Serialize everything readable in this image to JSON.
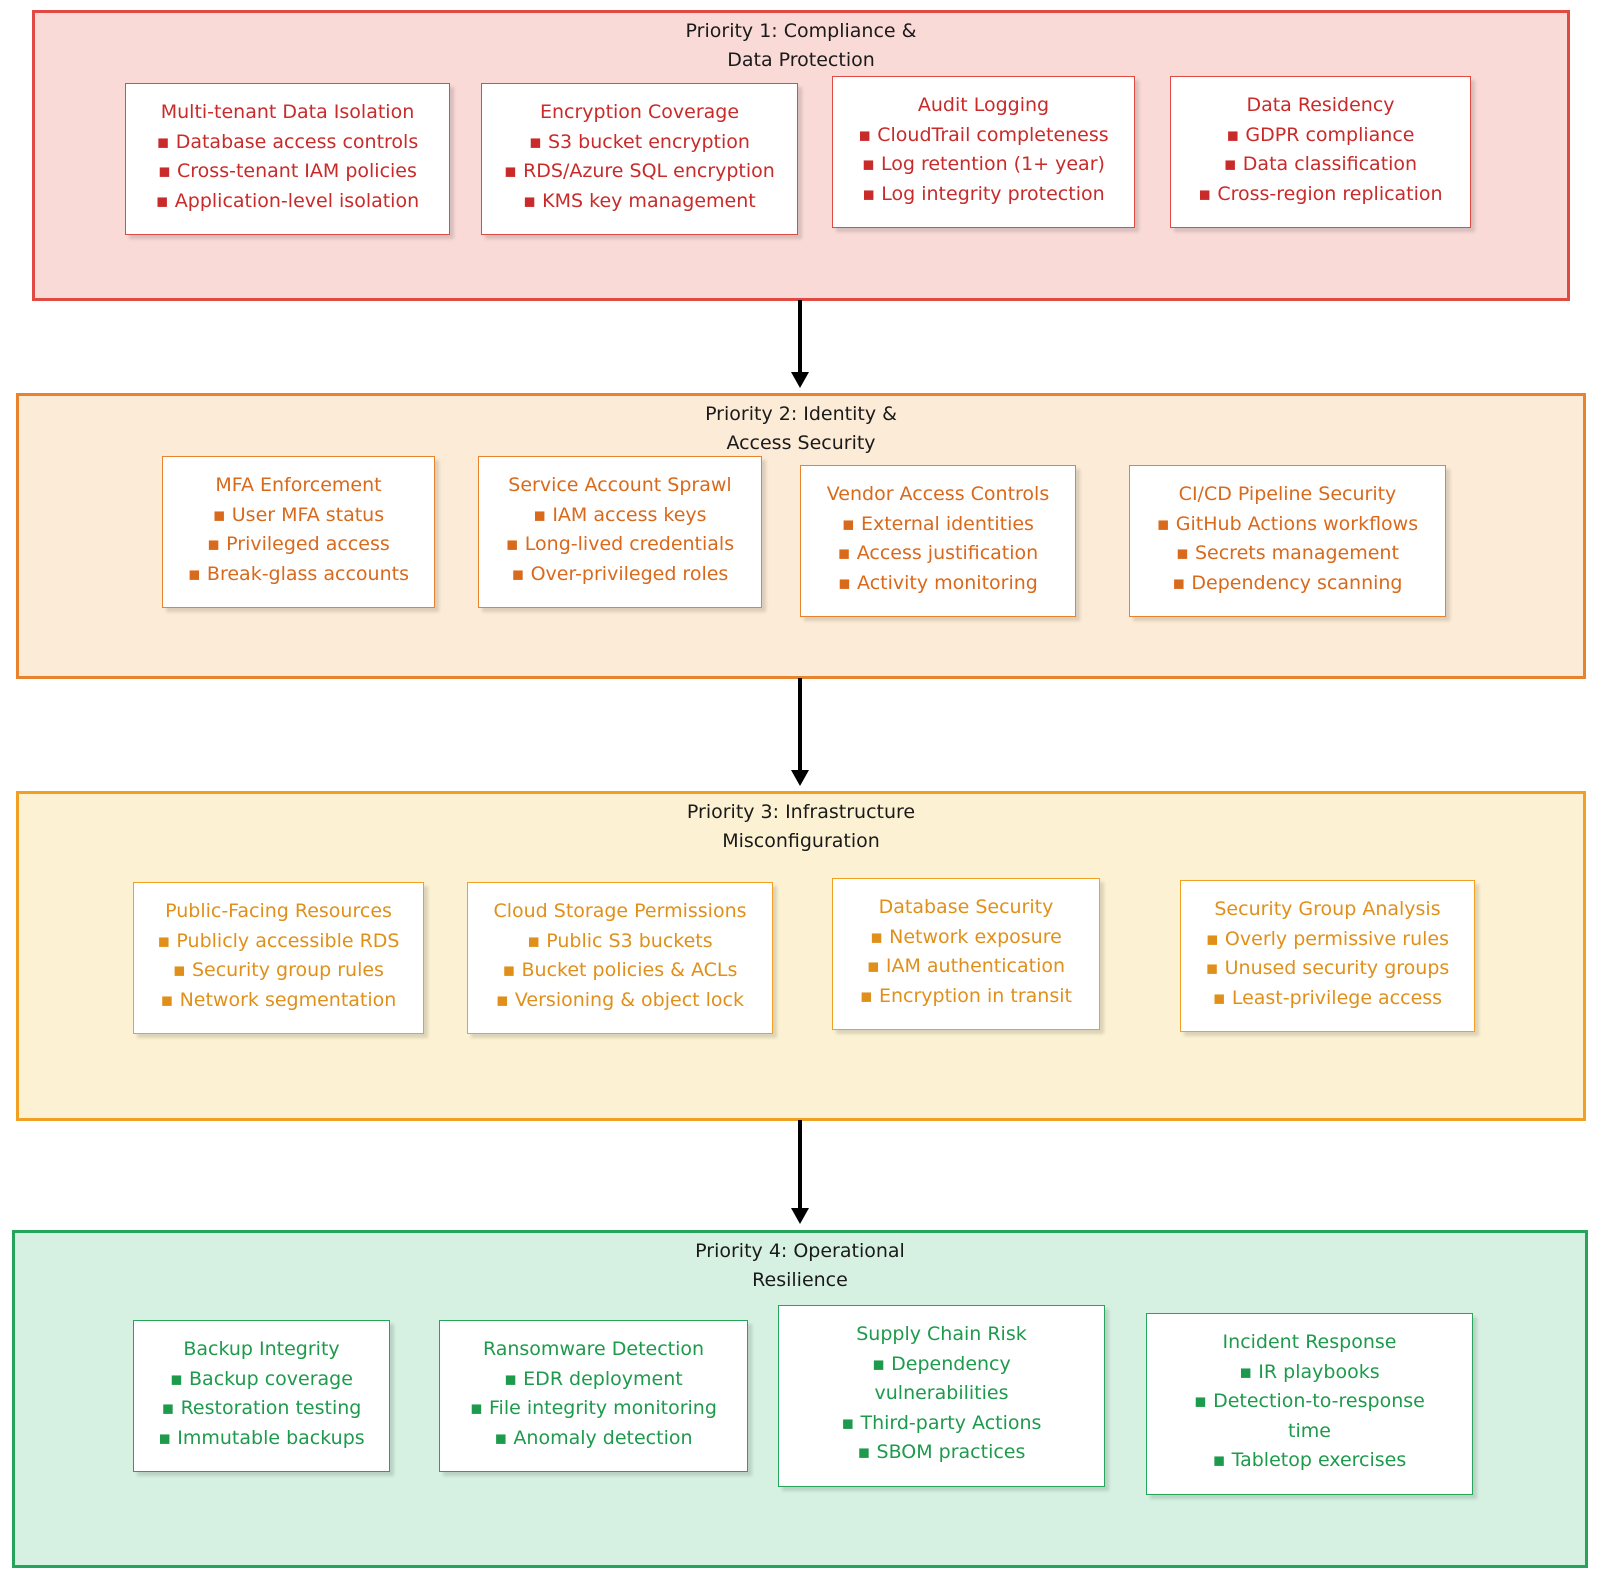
{
  "colors": {
    "p1_border": "#e04a43",
    "p1_fill": "#f9dad7",
    "p1_text": "#c92a2a",
    "p2_border": "#e8822c",
    "p2_fill": "#fcebd6",
    "p2_text": "#d9691b",
    "p3_border": "#f2a024",
    "p3_fill": "#fcf2d3",
    "p3_text": "#e0901a",
    "p4_border": "#25a55a",
    "p4_fill": "#d6f1e2",
    "p4_text": "#1e9a4c",
    "arrow": "#000000"
  },
  "groups": [
    {
      "title": "Priority 1: Compliance &\nData Protection",
      "cards": [
        {
          "title": "Multi-tenant Data Isolation",
          "items": [
            "▪ Database access controls",
            "▪ Cross-tenant IAM policies",
            "▪ Application-level isolation"
          ]
        },
        {
          "title": "Encryption Coverage",
          "items": [
            "▪ S3 bucket encryption",
            "▪ RDS/Azure SQL encryption",
            "▪ KMS key management"
          ]
        },
        {
          "title": "Audit Logging",
          "items": [
            "▪ CloudTrail completeness",
            "▪ Log retention (1+ year)",
            "▪ Log integrity protection"
          ]
        },
        {
          "title": "Data Residency",
          "items": [
            "▪ GDPR compliance",
            "▪ Data classification",
            "▪ Cross-region replication"
          ]
        }
      ]
    },
    {
      "title": "Priority 2: Identity &\nAccess Security",
      "cards": [
        {
          "title": "MFA Enforcement",
          "items": [
            "▪ User MFA status",
            "▪ Privileged access",
            "▪ Break-glass accounts"
          ]
        },
        {
          "title": "Service Account Sprawl",
          "items": [
            "▪ IAM access keys",
            "▪ Long-lived credentials",
            "▪ Over-privileged roles"
          ]
        },
        {
          "title": "Vendor Access Controls",
          "items": [
            "▪ External identities",
            "▪ Access justification",
            "▪ Activity monitoring"
          ]
        },
        {
          "title": "CI/CD Pipeline Security",
          "items": [
            "▪ GitHub Actions workflows",
            "▪ Secrets management",
            "▪ Dependency scanning"
          ]
        }
      ]
    },
    {
      "title": "Priority 3: Infrastructure\nMisconfiguration",
      "cards": [
        {
          "title": "Public-Facing Resources",
          "items": [
            "▪ Publicly accessible RDS",
            "▪ Security group rules",
            "▪ Network segmentation"
          ]
        },
        {
          "title": "Cloud Storage Permissions",
          "items": [
            "▪ Public S3 buckets",
            "▪ Bucket policies & ACLs",
            "▪ Versioning & object lock"
          ]
        },
        {
          "title": "Database Security",
          "items": [
            "▪ Network exposure",
            "▪ IAM authentication",
            "▪ Encryption in transit"
          ]
        },
        {
          "title": "Security Group Analysis",
          "items": [
            "▪ Overly permissive rules",
            "▪ Unused security groups",
            "▪ Least-privilege access"
          ]
        }
      ]
    },
    {
      "title": "Priority 4: Operational\nResilience",
      "cards": [
        {
          "title": "Backup Integrity",
          "items": [
            "▪ Backup coverage",
            "▪ Restoration testing",
            "▪ Immutable backups"
          ]
        },
        {
          "title": "Ransomware Detection",
          "items": [
            "▪ EDR deployment",
            "▪ File integrity monitoring",
            "▪ Anomaly detection"
          ]
        },
        {
          "title": "Supply Chain Risk",
          "items": [
            "▪ Dependency vulnerabilities",
            "▪ Third-party Actions",
            "▪ SBOM practices"
          ]
        },
        {
          "title": "Incident Response",
          "items": [
            "▪ IR playbooks",
            "▪ Detection-to-response time",
            "▪ Tabletop exercises"
          ]
        }
      ]
    }
  ]
}
